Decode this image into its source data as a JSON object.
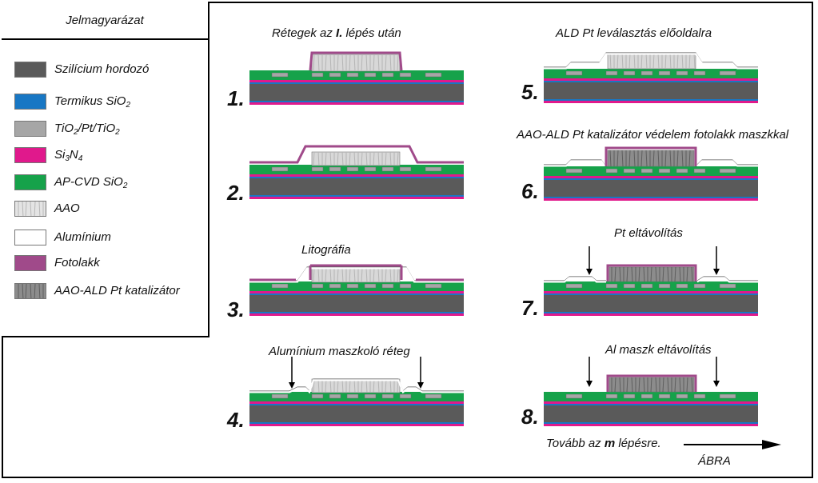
{
  "legend": {
    "title": "Jelmagyarázat",
    "items": [
      {
        "label": "Szilícium hordozó",
        "color": "#5a5a5a"
      },
      {
        "label_parts": [
          "Termikus SiO",
          "2",
          ""
        ],
        "color": "#1877c4"
      },
      {
        "label_parts": [
          "TiO",
          "2",
          "/Pt/TiO",
          "2",
          ""
        ],
        "color": "#a6a6a6"
      },
      {
        "label_parts": [
          "Si",
          "3",
          "N",
          "4",
          ""
        ],
        "color": "#e0198c"
      },
      {
        "label_parts": [
          "AP-CVD SiO",
          "2",
          ""
        ],
        "color": "#16a24a"
      },
      {
        "label": "AAO",
        "color": "#d8d8d8"
      },
      {
        "label": "Alumínium",
        "color": "#ffffff"
      },
      {
        "label": "Fotolakk",
        "color": "#a04a8a"
      },
      {
        "label": "AAO-ALD Pt katalizátor",
        "color": "#8c8c8c"
      }
    ]
  },
  "steps": [
    {
      "number": "1.",
      "title_pre": "Rétegek az ",
      "title_bold": "I.",
      "title_post": " lépés után"
    },
    {
      "number": "2.",
      "title_pre": "",
      "title_bold": "",
      "title_post": ""
    },
    {
      "number": "3.",
      "title_pre": "Litográfia",
      "title_bold": "",
      "title_post": ""
    },
    {
      "number": "4.",
      "title_pre": "Alumínium maszkoló réteg",
      "title_bold": "",
      "title_post": ""
    },
    {
      "number": "5.",
      "title_pre": "ALD Pt leválasztás előoldalra",
      "title_bold": "",
      "title_post": ""
    },
    {
      "number": "6.",
      "title_pre": "AAO-ALD Pt katalizátor védelem fotolakk maszkkal",
      "title_bold": "",
      "title_post": ""
    },
    {
      "number": "7.",
      "title_pre": "Pt eltávolítás",
      "title_bold": "",
      "title_post": ""
    },
    {
      "number": "8.",
      "title_pre": "Al maszk eltávolítás",
      "title_bold": "",
      "title_post": ""
    }
  ],
  "footer": {
    "next_pre": "Tovább az ",
    "next_bold": "m",
    "next_post": " lépésre.",
    "abra": "ÁBRA"
  },
  "colors": {
    "silicon": "#5a5a5a",
    "thermal_sio2": "#1877c4",
    "tio2_pt": "#a6a6a6",
    "si3n4": "#e0198c",
    "apcvd_sio2": "#16a24a",
    "aao": "#d8d8d8",
    "aluminium": "#ffffff",
    "photoresist": "#a04a8a",
    "aao_ald_pt": "#8c8c8c"
  }
}
